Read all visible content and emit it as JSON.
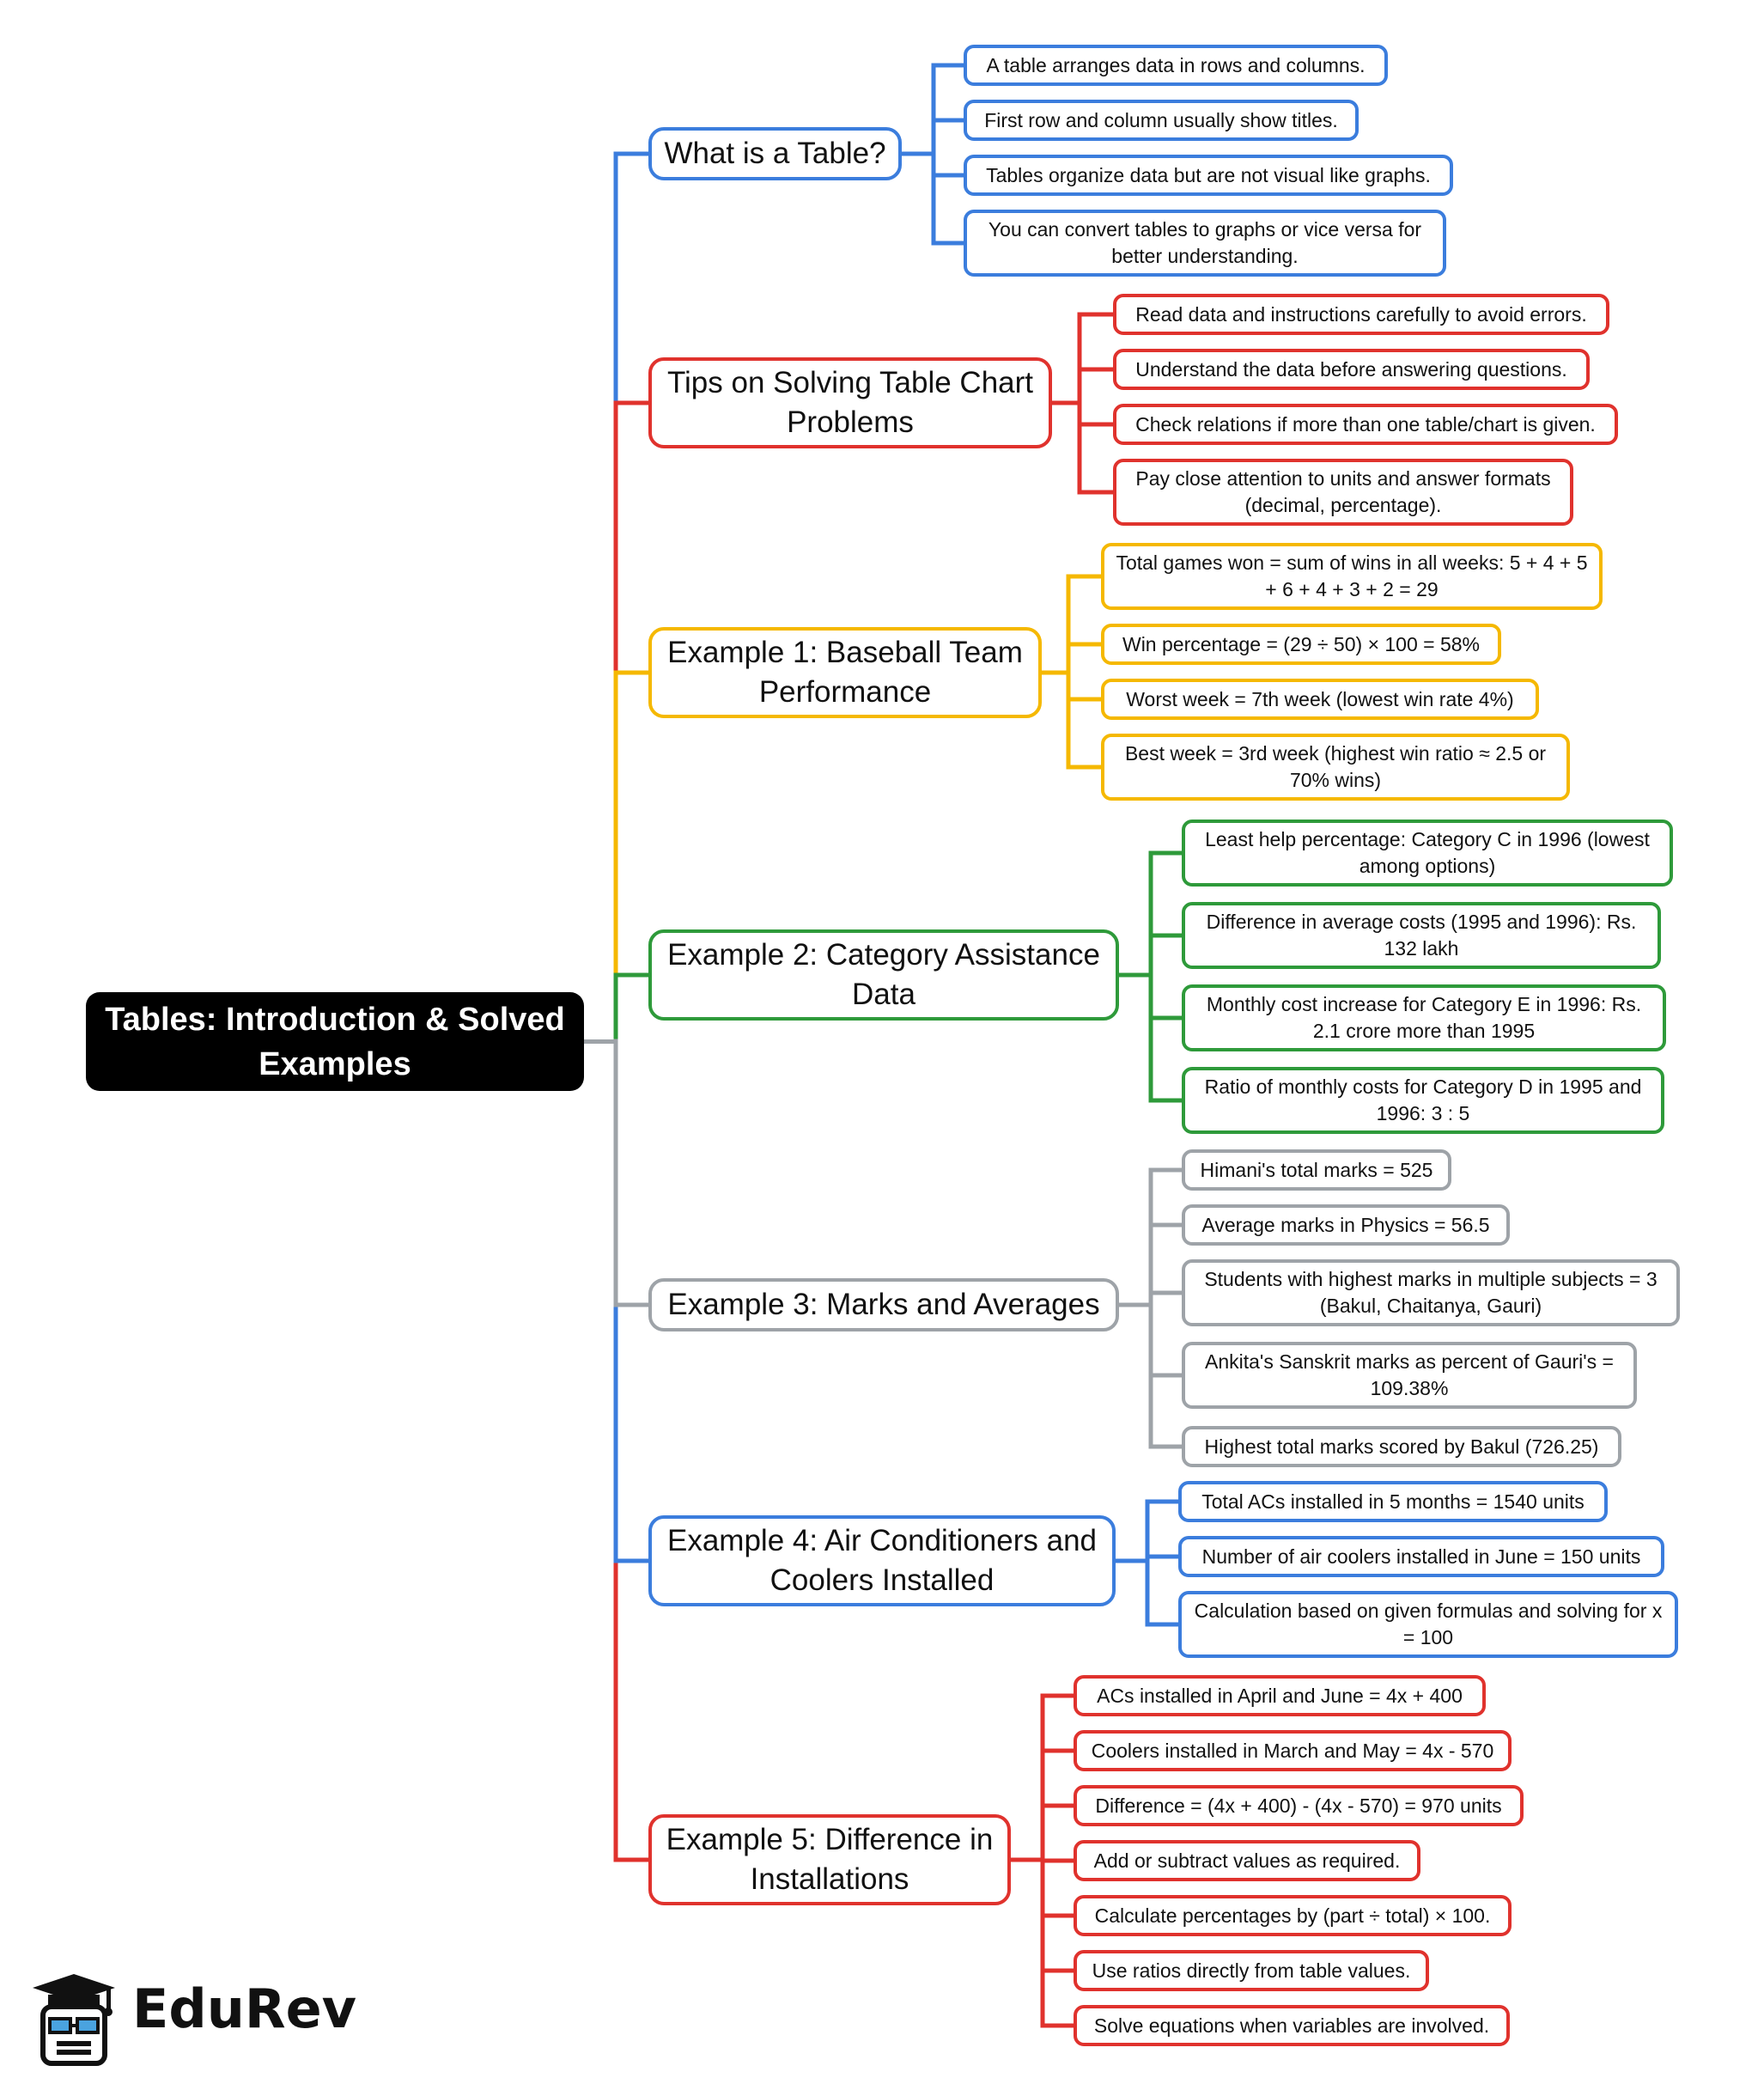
{
  "root": {
    "label": "Tables: Introduction & Solved Examples"
  },
  "colors": {
    "blue": "#3b7ddd",
    "red": "#e0322d",
    "yellow": "#f5b800",
    "green": "#2e9a3a",
    "gray": "#9ea3a8"
  },
  "branches": [
    {
      "label": "What is a Table?",
      "color": "blue",
      "leaves": [
        "A table arranges data in rows and columns.",
        "First row and column usually show titles.",
        "Tables organize data but are not visual like graphs.",
        "You can convert tables to graphs or vice versa for better understanding."
      ]
    },
    {
      "label": "Tips on Solving Table Chart Problems",
      "color": "red",
      "leaves": [
        "Read data and instructions carefully to avoid errors.",
        "Understand the data before answering questions.",
        "Check relations if more than one table/chart is given.",
        "Pay close attention to units and answer formats (decimal, percentage)."
      ]
    },
    {
      "label": "Example 1: Baseball Team Performance",
      "color": "yellow",
      "leaves": [
        "Total games won = sum of wins in all weeks: 5 + 4 + 5 + 6 + 4 + 3 + 2 = 29",
        "Win percentage = (29 ÷ 50) × 100 = 58%",
        "Worst week = 7th week (lowest win rate 4%)",
        "Best week = 3rd week (highest win ratio ≈ 2.5 or 70% wins)"
      ]
    },
    {
      "label": "Example 2: Category Assistance Data",
      "color": "green",
      "leaves": [
        "Least help percentage: Category C in 1996 (lowest among options)",
        "Difference in average costs (1995 and 1996): Rs. 132 lakh",
        "Monthly cost increase for Category E in 1996: Rs. 2.1 crore more than 1995",
        "Ratio of monthly costs for Category D in 1995 and 1996: 3 : 5"
      ]
    },
    {
      "label": "Example 3: Marks and Averages",
      "color": "gray",
      "leaves": [
        "Himani's total marks = 525",
        "Average marks in Physics = 56.5",
        "Students with highest marks in multiple subjects = 3 (Bakul, Chaitanya, Gauri)",
        "Ankita's Sanskrit marks as percent of Gauri's = 109.38%",
        "Highest total marks scored by Bakul (726.25)"
      ]
    },
    {
      "label": "Example 4: Air Conditioners and Coolers Installed",
      "color": "blue",
      "leaves": [
        "Total ACs installed in 5 months = 1540 units",
        "Number of air coolers installed in June = 150 units",
        "Calculation based on given formulas and solving for x = 100"
      ]
    },
    {
      "label": "Example 5: Difference in Installations",
      "color": "red",
      "leaves": [
        "ACs installed in April and June = 4x + 400",
        "Coolers installed in March and May = 4x - 570",
        "Difference = (4x + 400) - (4x - 570) = 970 units",
        "Add or subtract values as required.",
        "Calculate percentages by (part ÷ total) × 100.",
        "Use ratios directly from table values.",
        "Solve equations when variables are involved."
      ]
    }
  ],
  "logo": {
    "text": "EduRev",
    "icon": "graduation-cap-mascot-icon"
  }
}
